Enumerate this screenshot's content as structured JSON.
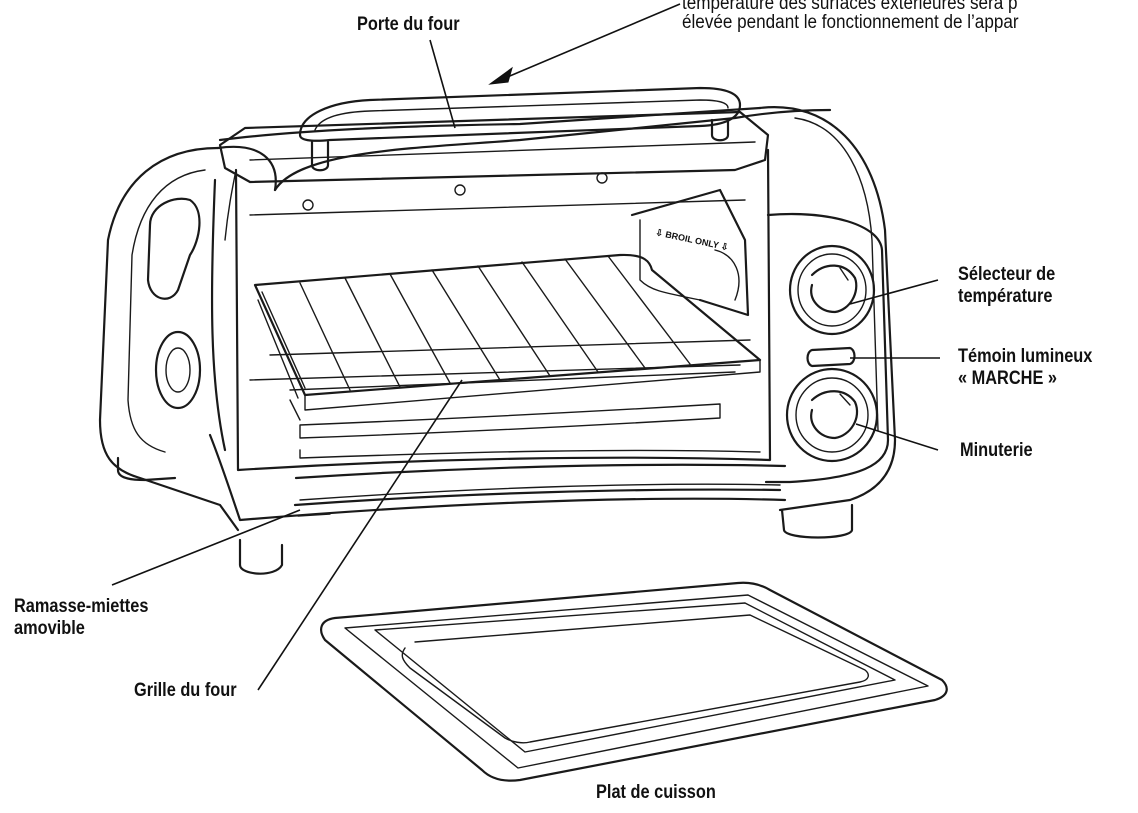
{
  "warning": {
    "line1": "température des surfaces extérieures sera p",
    "line2": "élevée pendant le fonctionnement de l’appar"
  },
  "labels": {
    "oven_door": "Porte du four",
    "temp_selector_line1": "Sélecteur de",
    "temp_selector_line2": "température",
    "power_light_line1": "Témoin lumineux",
    "power_light_line2": "« MARCHE »",
    "timer": "Minuterie",
    "crumb_tray_line1": "Ramasse-miettes",
    "crumb_tray_line2": "amovible",
    "oven_rack": "Grille du four",
    "baking_pan": "Plat de cuisson"
  },
  "rack_stamp": "⇩ BROIL ONLY ⇩"
}
